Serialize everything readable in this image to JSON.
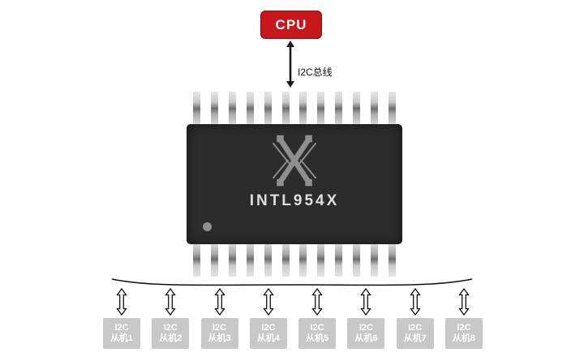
{
  "cpu": {
    "label": "CPU"
  },
  "bus_label": "I2C总线",
  "chip": {
    "part_number": "INTL954X"
  },
  "slaves": [
    {
      "line1": "I2C",
      "line2": "从机1"
    },
    {
      "line1": "I2C",
      "line2": "从机2"
    },
    {
      "line1": "I2C",
      "line2": "从机3"
    },
    {
      "line1": "I2C",
      "line2": "从机4"
    },
    {
      "line1": "I2C",
      "line2": "从机5"
    },
    {
      "line1": "I2C",
      "line2": "从机6"
    },
    {
      "line1": "I2C",
      "line2": "从机7"
    },
    {
      "line1": "I2C",
      "line2": "从机8"
    }
  ],
  "colors": {
    "cpu_red": "#c8161d",
    "chip_black": "#2c2c2c",
    "slave_gray": "#c8c8c8",
    "pin_gray": "#a8a8a8"
  }
}
